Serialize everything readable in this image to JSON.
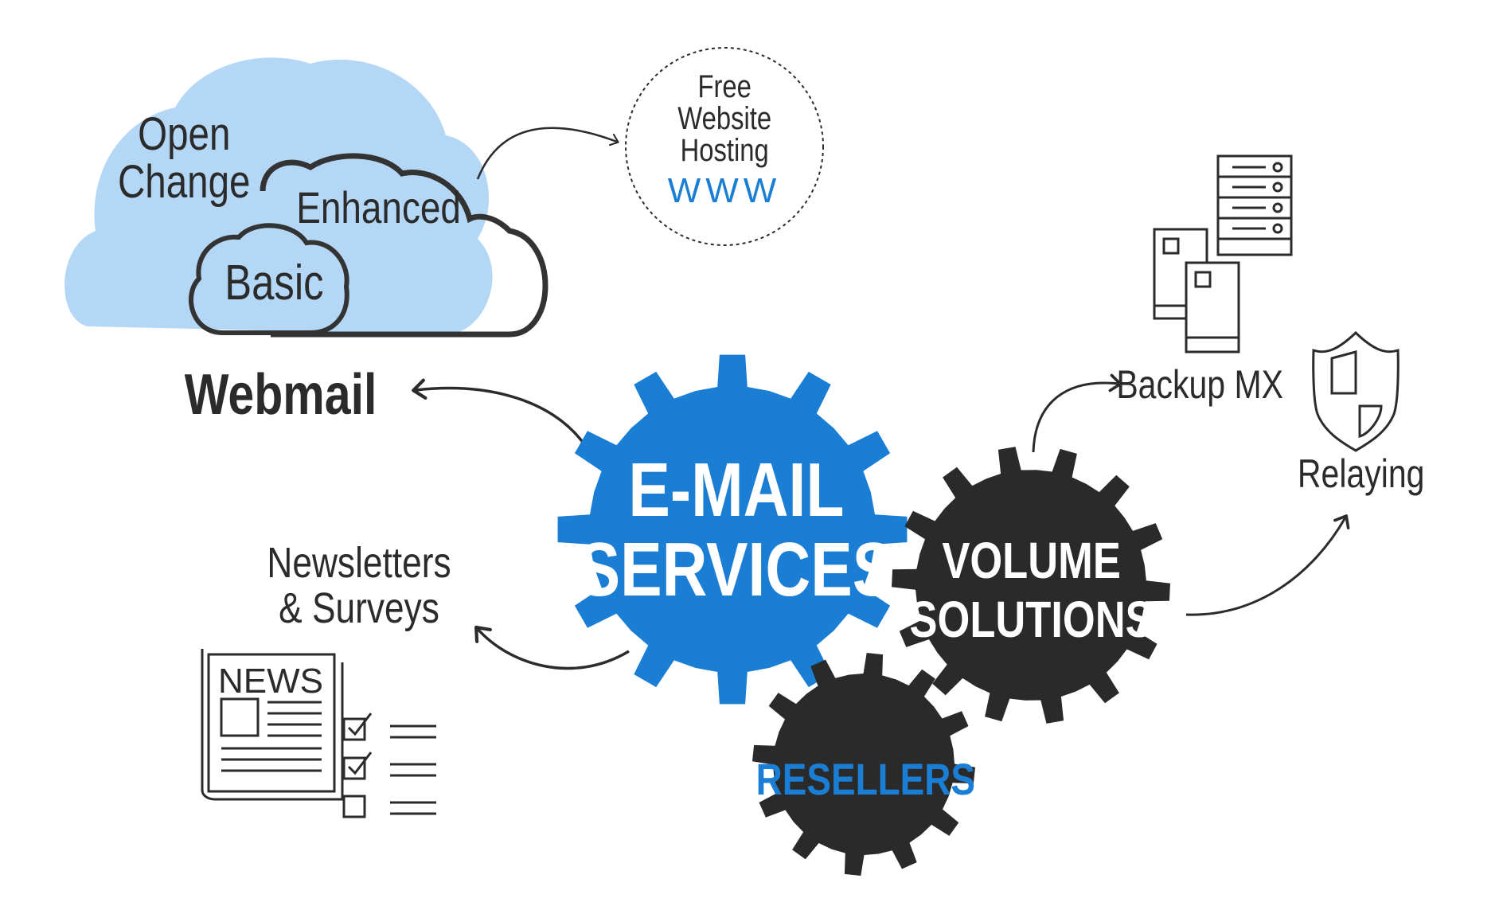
{
  "colors": {
    "primary_blue": "#1a7fd4",
    "cloud_blue": "#b3d7f5",
    "dark_gear": "#2a2a2a",
    "text_dark": "#2b2b2b",
    "www_blue": "#1a7fd4",
    "white": "#ffffff"
  },
  "center_gear": {
    "line1": "E-MAIL",
    "line2": "SERVICES"
  },
  "volume_gear": {
    "line1": "VOLUME",
    "line2": "SOLUTIONS"
  },
  "resellers_gear": {
    "label": "RESELLERS"
  },
  "webmail": {
    "title": "Webmail",
    "cloud_open_change": {
      "line1": "Open",
      "line2": "Change"
    },
    "cloud_enhanced": "Enhanced",
    "cloud_basic": "Basic"
  },
  "hosting": {
    "line1": "Free",
    "line2": "Website",
    "line3": "Hosting",
    "www": "WWW"
  },
  "newsletters": {
    "line1": "Newsletters",
    "line2": "& Surveys",
    "news_label": "NEWS"
  },
  "backup_mx": "Backup MX",
  "relaying": "Relaying",
  "icons": [
    "cloud-icon",
    "server-rack-icon",
    "server-tower-icon",
    "shield-icon",
    "newspaper-icon",
    "checklist-icon",
    "arrow-icon",
    "gear-icon"
  ]
}
